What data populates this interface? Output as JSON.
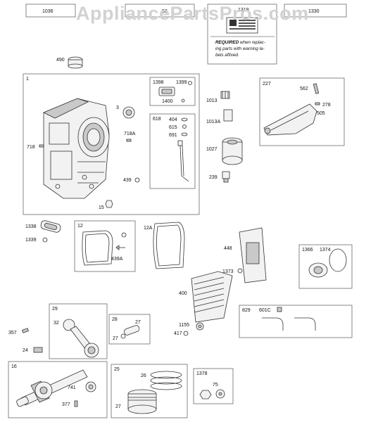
{
  "watermark": "AppliancePartsPros.com",
  "warning": {
    "bold": "REQUIRED",
    "line1": " when replac-",
    "line2": "ing parts with warning la-",
    "line3": "bels affixed."
  },
  "top_tabs": [
    "1036",
    "58",
    "1319",
    "1330"
  ],
  "boxes": {
    "b1": "1",
    "b1398": "1398",
    "b618": "618",
    "b227": "227",
    "b12": "12",
    "b1366": "1366",
    "b29": "29",
    "b28": "28",
    "b829": "829",
    "b16": "16",
    "b25": "25",
    "b1378": "1378"
  },
  "callouts": {
    "c490": "490",
    "c1399": "1399",
    "c1400": "1400",
    "c3": "3",
    "c404": "404",
    "c615": "615",
    "c691": "691",
    "c718A": "718A",
    "c718": "718",
    "c439": "439",
    "c15": "15",
    "c1013": "1013",
    "c1013A": "1013A",
    "c1027": "1027",
    "c239": "239",
    "c562": "562",
    "c278": "278",
    "c505": "505",
    "c1338": "1338",
    "c1339": "1339",
    "c439A": "439A",
    "c12A": "12A",
    "c448": "448",
    "c1373": "1373",
    "c1374": "1374",
    "c400": "400",
    "c32": "32",
    "c357": "357",
    "c24": "24",
    "c27a": "27",
    "c27b": "27",
    "c1155": "1155",
    "c417": "417",
    "c601C": "601C",
    "c741": "741",
    "c377": "377",
    "c26": "26",
    "c27c": "27",
    "c75": "75"
  }
}
